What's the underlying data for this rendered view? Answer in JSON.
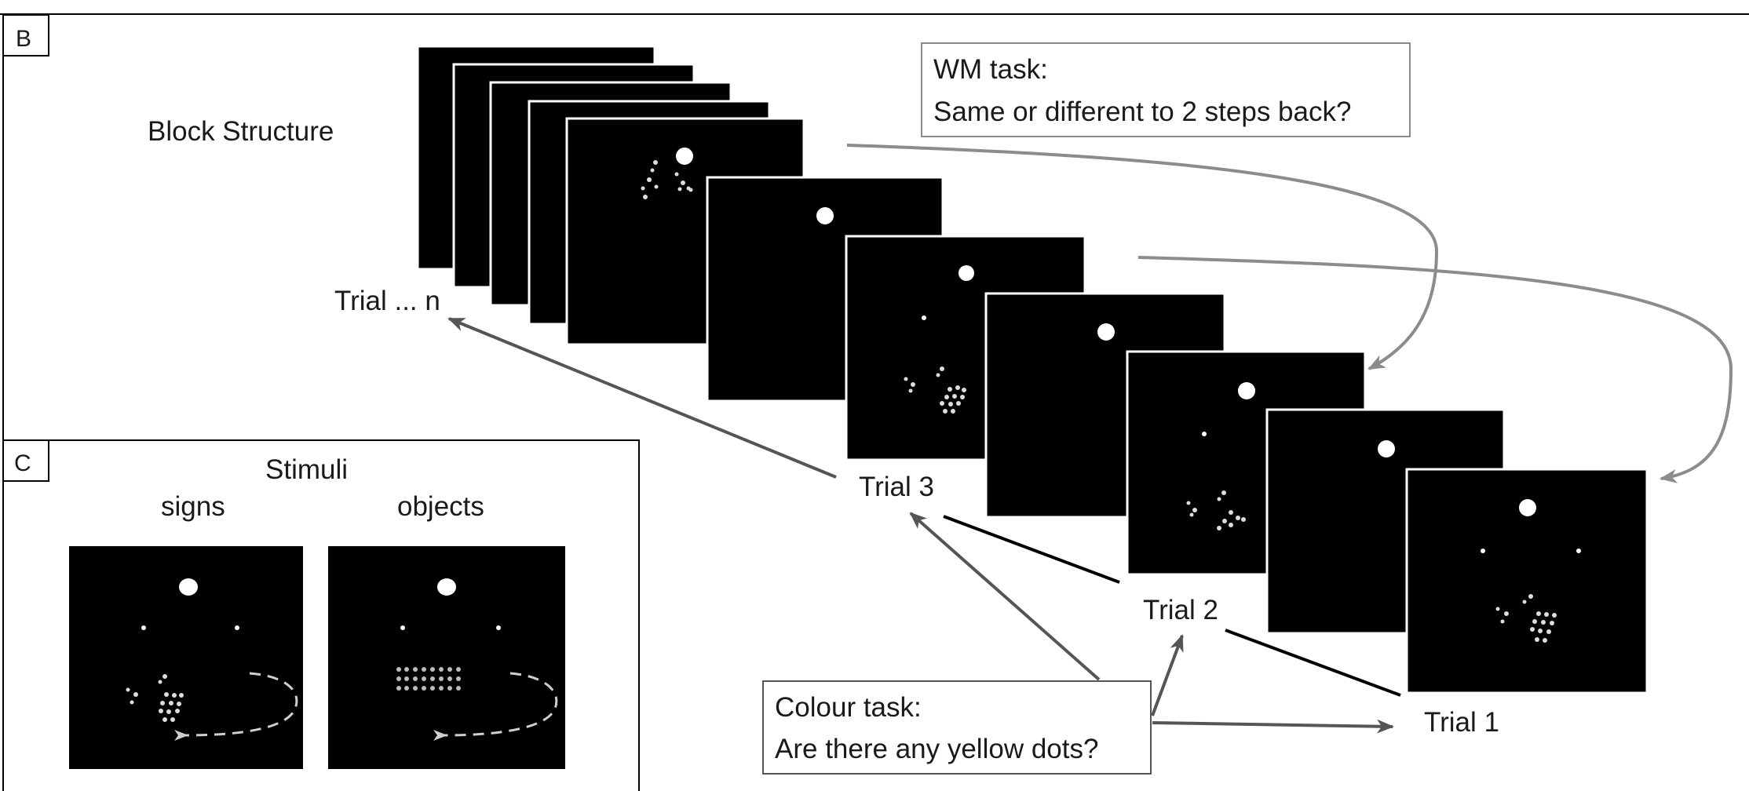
{
  "panel_b": {
    "letter": "B",
    "block_structure_label": "Block Structure",
    "trial_labels": {
      "trial_n": "Trial ... n",
      "trial_3": "Trial 3",
      "trial_2": "Trial 2",
      "trial_1": "Trial 1"
    },
    "wm_task": {
      "line1": "WM task:",
      "line2": "Same or different to 2 steps back?"
    },
    "colour_task": {
      "line1": "Colour task:",
      "line2": "Are there any yellow dots?"
    }
  },
  "panel_c": {
    "letter": "C",
    "title": "Stimuli",
    "signs_label": "signs",
    "objects_label": "objects"
  },
  "colors": {
    "frame": "#000000",
    "stimulus_bg": "#000000",
    "dot": "#ffffff",
    "wm_arrow": "#8c8c8c",
    "colour_arrow": "#5a5a5a",
    "trial_link": "#000000"
  }
}
